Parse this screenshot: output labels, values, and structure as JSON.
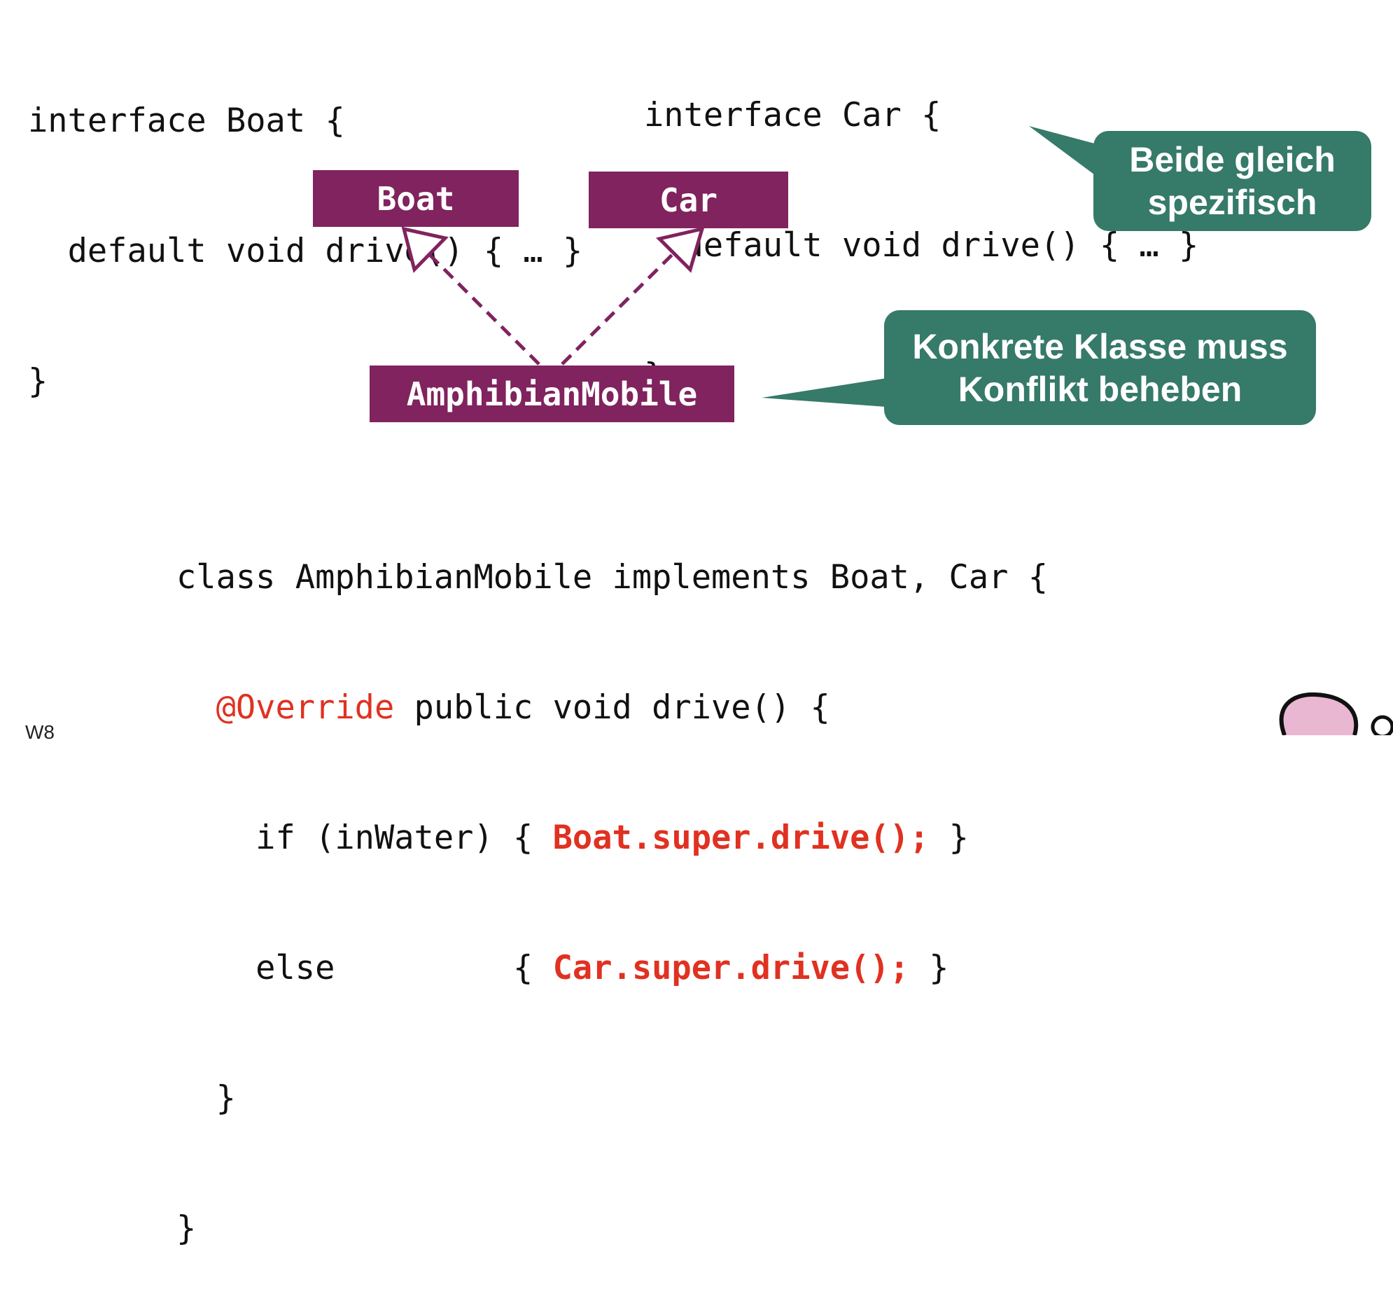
{
  "boat_interface": {
    "line1": "interface Boat {",
    "line2": "  default void drive() { … }",
    "line3": "}"
  },
  "car_interface": {
    "line1": "interface Car {",
    "line2": "  default void drive() { … }",
    "line3": "}"
  },
  "uml": {
    "boat": "Boat",
    "car": "Car",
    "amphibian": "AmphibianMobile"
  },
  "callouts": {
    "same_specific": [
      "Beide gleich",
      "spezifisch"
    ],
    "resolve_conflict": [
      "Konkrete Klasse muss",
      "Konflikt beheben"
    ]
  },
  "class_code": {
    "l1": "class AmphibianMobile implements Boat, Car {",
    "l2_annotation": "@Override",
    "l2_rest": " public void drive() {",
    "l3_pre": "    if (inWater) { ",
    "l3_call": "Boat.super.drive();",
    "l3_post": " }",
    "l4_pre": "    else         { ",
    "l4_call": "Car.super.drive();",
    "l4_post": " }",
    "l5": "  }",
    "l6": "}"
  },
  "footer": {
    "label": "W8"
  },
  "colors": {
    "uml_box": "#80235e",
    "callout": "#367a69",
    "highlight": "#e03121"
  }
}
